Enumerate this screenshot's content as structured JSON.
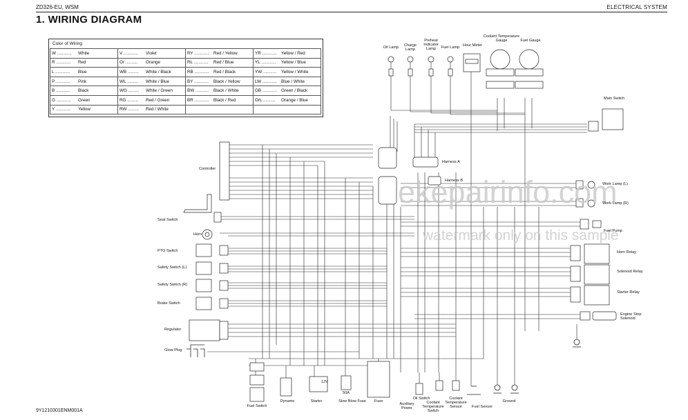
{
  "header": {
    "left": "ZD326-EU, WSM",
    "right": "ELECTRICAL SYSTEM"
  },
  "title": "1.   WIRING DIAGRAM",
  "color_table": {
    "caption": "Color of Wiring",
    "rows": [
      [
        [
          "W ............",
          "White"
        ],
        [
          "V ............",
          "Violet"
        ],
        [
          "RY ............",
          "Red / Yellow"
        ],
        [
          "YR ............",
          "Yellow / Red"
        ]
      ],
      [
        [
          "R ............",
          "Red"
        ],
        [
          "Or ..........",
          "Orange"
        ],
        [
          "RL ............",
          "Red / Blue"
        ],
        [
          "YL ............",
          "Yellow / Blue"
        ]
      ],
      [
        [
          "L ............",
          "Blue"
        ],
        [
          "WB .........",
          "White / Black"
        ],
        [
          "RB ............",
          "Red / Black"
        ],
        [
          "YW ...........",
          "Yellow / White"
        ]
      ],
      [
        [
          "P ............",
          "Pink"
        ],
        [
          "WL .........",
          "White / Blue"
        ],
        [
          "BY ............",
          "Black / Yellow"
        ],
        [
          "LW ............",
          "Blue / White"
        ]
      ],
      [
        [
          "B ............",
          "Black"
        ],
        [
          "WG .........",
          "White / Green"
        ],
        [
          "BW ...........",
          "Black / White"
        ],
        [
          "GB ............",
          "Green / Black"
        ]
      ],
      [
        [
          "G ............",
          "Green"
        ],
        [
          "RG .........",
          "Red / Green"
        ],
        [
          "BR ............",
          "Black / Red"
        ],
        [
          "OrL ..........",
          "Orange / Blue"
        ]
      ],
      [
        [
          "Y ............",
          "Yellow"
        ],
        [
          "RW .........",
          "Red / White"
        ],
        [
          "",
          ""
        ],
        [
          "",
          ""
        ]
      ]
    ]
  },
  "labels": {
    "oil_lamp": "Oil Lamp",
    "charge_lamp": "Charge Lamp",
    "preheat_lamp": "Preheat Indicator Lamp",
    "fuel_lamp": "Fuel Lamp",
    "hour_meter": "Hour Meter",
    "coolant_gauge": "Coolant Temperature Gauge",
    "fuel_gauge": "Fuel Gauge",
    "main_switch": "Main Switch",
    "controller": "Controller",
    "harness_a": "Harness A",
    "harness_b": "Harness B",
    "work_lamp_l": "Work Lamp (L)",
    "work_lamp_r": "Work Lamp (R)",
    "fuel_pump": "Fuel Pump",
    "horn_relay": "Horn Relay",
    "solenoid_relay": "Solenoid Relay",
    "starter_relay": "Starter Relay",
    "engine_stop": "Engine Stop Solenoid",
    "seat_switch": "Seat Switch",
    "horn": "Horn",
    "pto_switch": "PTO Switch",
    "safety_l": "Safety Switch (L)",
    "safety_r": "Safety Switch (R)",
    "brake_switch": "Brake Switch",
    "regulator": "Regulator",
    "glow_plug": "Glow Plug",
    "fuel_switch": "Fuel Switch",
    "dynamo": "Dynamo",
    "starter": "Starter",
    "slow_blow": "Slow Blow Fuse",
    "fuse": "Fuse",
    "aux_power": "Auxiliary Power",
    "oil_switch": "Oil Switch",
    "coolant_switch": "Coolant Temperature Switch",
    "coolant_sensor": "Coolant Temperature Sensor",
    "fuel_sensor": "Fuel Sensor",
    "ground": "Ground",
    "battery": "12V",
    "fuse_50a": "50A"
  },
  "watermarks": {
    "site": "ekepairinfo.com",
    "sample": "watermark only on this sample"
  },
  "footer": "9Y1210301ENM001A"
}
